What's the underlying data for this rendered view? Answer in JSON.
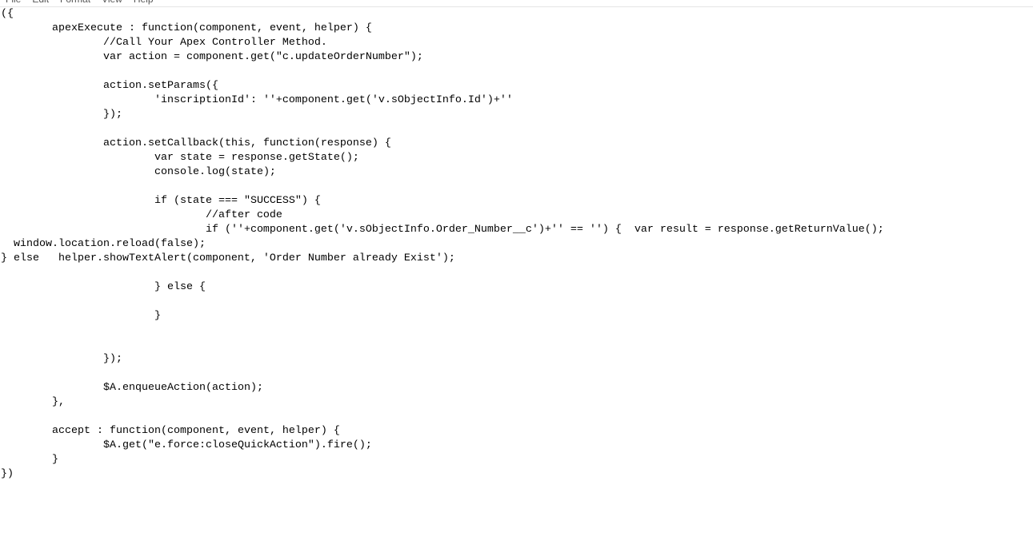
{
  "menu": [
    "File",
    "Edit",
    "Format",
    "View",
    "Help"
  ],
  "editor": {
    "lines": [
      "({",
      "\tapexExecute : function(component, event, helper) {",
      "\t\t//Call Your Apex Controller Method.",
      "\t\tvar action = component.get(\"c.updateOrderNumber\");",
      "",
      "\t\taction.setParams({",
      "\t\t\t'inscriptionId': ''+component.get('v.sObjectInfo.Id')+''",
      "\t\t});",
      "",
      "\t\taction.setCallback(this, function(response) {",
      "\t\t\tvar state = response.getState();",
      "\t\t\tconsole.log(state);",
      "",
      "\t\t\tif (state === \"SUCCESS\") {",
      "\t\t\t\t//after code",
      "\t\t\t\tif (''+component.get('v.sObjectInfo.Order_Number__c')+'' == '') {  var result = response.getReturnValue();",
      "  window.location.reload(false);",
      "} else   helper.showTextAlert(component, 'Order Number already Exist');",
      "",
      "\t\t\t} else {",
      "",
      "\t\t\t}",
      "",
      "",
      "\t\t});",
      "",
      "\t\t$A.enqueueAction(action);",
      "\t},",
      "",
      "\taccept : function(component, event, helper) {",
      "\t\t$A.get(\"e.force:closeQuickAction\").fire();",
      "\t}",
      "})"
    ]
  }
}
